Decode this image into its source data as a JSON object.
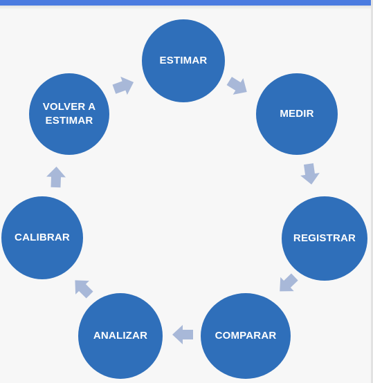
{
  "diagram": {
    "nodes": [
      {
        "id": "estimar",
        "label": "ESTIMAR"
      },
      {
        "id": "medir",
        "label": "MEDIR"
      },
      {
        "id": "registrar",
        "label": "REGISTRAR"
      },
      {
        "id": "comparar",
        "label": "COMPARAR"
      },
      {
        "id": "analizar",
        "label": "ANALIZAR"
      },
      {
        "id": "calibrar",
        "label": "CALIBRAR"
      },
      {
        "id": "volver",
        "label": "VOLVER A\nESTIMAR"
      }
    ],
    "cycle_order": [
      "estimar",
      "medir",
      "registrar",
      "comparar",
      "analizar",
      "calibrar",
      "volver"
    ],
    "colors": {
      "node_fill": "#2f6fba",
      "node_text": "#ffffff",
      "arrow_fill": "#a8b8d8",
      "top_bar": "#4b7be0",
      "background": "#f7f7f7"
    },
    "arrow_icon": "block-arrow-icon"
  }
}
